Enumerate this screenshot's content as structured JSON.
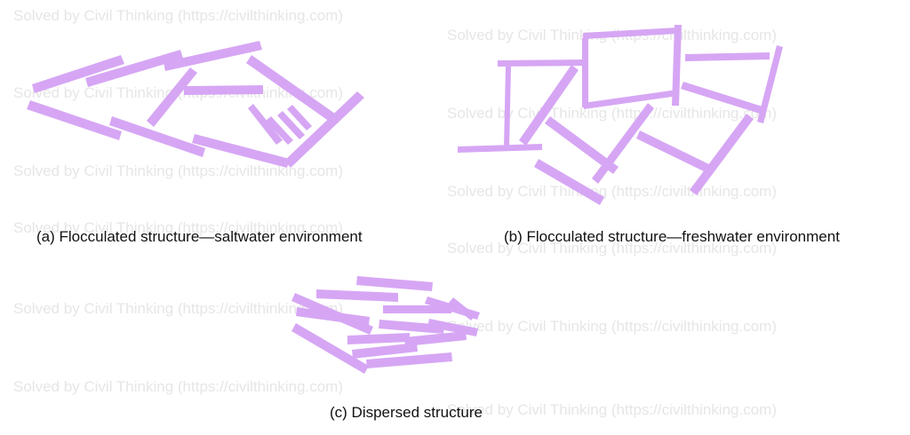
{
  "watermark": {
    "text": "Solved by Civil Thinking (https://civilthinking.com)",
    "color": "#e6e6e6"
  },
  "particle_color": "#d6a6f4",
  "captions": {
    "a": "(a) Flocculated structure—saltwater environment",
    "b": "(b) Flocculated structure—freshwater environment",
    "c": "(c) Dispersed structure"
  }
}
